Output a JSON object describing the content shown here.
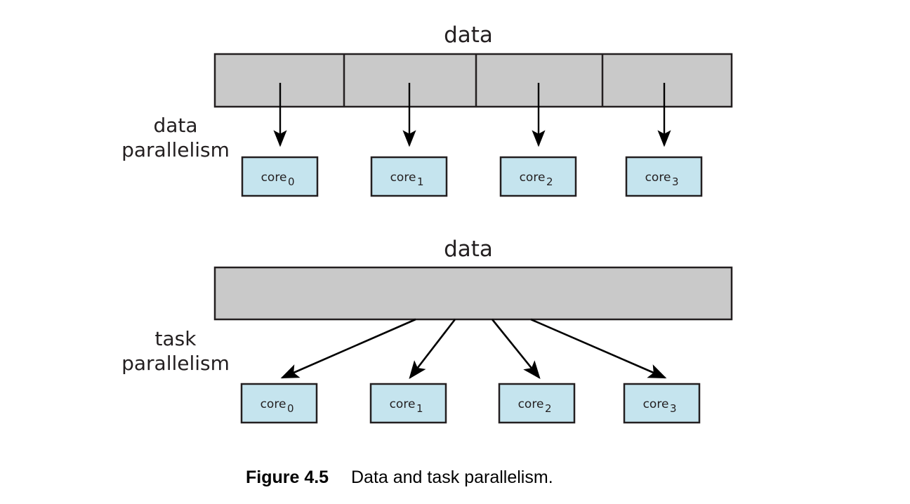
{
  "figure": {
    "caption_label": "Figure 4.5",
    "caption_text": "Data and task parallelism.",
    "colors": {
      "data_bar_fill": "#c9c9c9",
      "data_bar_stroke": "#231f20",
      "core_fill": "#c5e4ee",
      "core_stroke": "#231f20",
      "arrow": "#000000",
      "text": "#231f20",
      "background": "#ffffff"
    }
  },
  "sections": [
    {
      "id": "data-parallelism",
      "title": "data",
      "side_label_line1": "data",
      "side_label_line2": "parallelism",
      "bar": {
        "segments": 4,
        "divided": true
      },
      "arrow_style": "vertical",
      "cores": [
        {
          "label": "core",
          "index": "0"
        },
        {
          "label": "core",
          "index": "1"
        },
        {
          "label": "core",
          "index": "2"
        },
        {
          "label": "core",
          "index": "3"
        }
      ]
    },
    {
      "id": "task-parallelism",
      "title": "data",
      "side_label_line1": "task",
      "side_label_line2": "parallelism",
      "bar": {
        "segments": 1,
        "divided": false
      },
      "arrow_style": "fan-out",
      "cores": [
        {
          "label": "core",
          "index": "0"
        },
        {
          "label": "core",
          "index": "1"
        },
        {
          "label": "core",
          "index": "2"
        },
        {
          "label": "core",
          "index": "3"
        }
      ]
    }
  ]
}
